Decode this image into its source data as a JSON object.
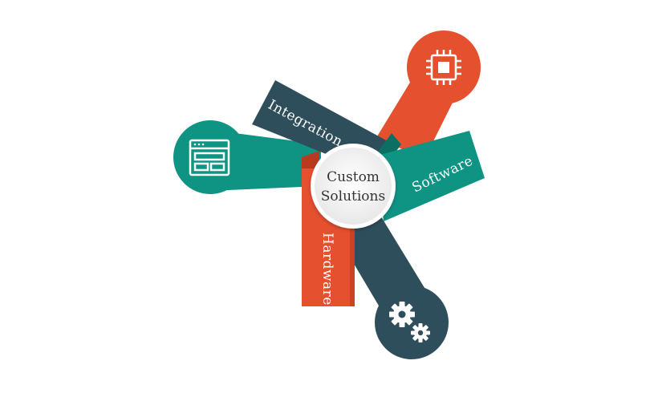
{
  "center": {
    "line1": "Custom",
    "line2": "Solutions"
  },
  "bands": {
    "integration": "Integration",
    "software": "Software",
    "hardware": "Hardware"
  },
  "icons": {
    "top": "chip-icon",
    "left": "browser-window-icon",
    "bottom": "gears-icon"
  },
  "colors": {
    "teal": "#0f9484",
    "teal_dark": "#0b6f63",
    "slate": "#2f4e5c",
    "slate_dark": "#233a45",
    "orange": "#e5502f",
    "orange_dark": "#b83a1f",
    "center_bg": "#f3f3f3"
  }
}
